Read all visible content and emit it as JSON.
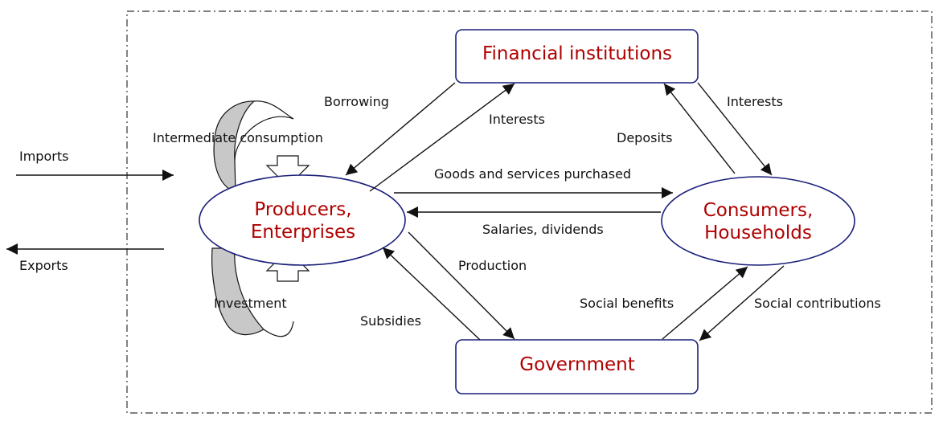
{
  "nodes": {
    "financial": "Financial institutions",
    "producers_line1": "Producers,",
    "producers_line2": "Enterprises",
    "consumers_line1": "Consumers,",
    "consumers_line2": "Households",
    "government": "Government"
  },
  "labels": {
    "imports": "Imports",
    "exports": "Exports",
    "borrowing": "Borrowing",
    "interests_left": "Interests",
    "interests_right": "Interests",
    "deposits": "Deposits",
    "intermediate_consumption": "Intermediate consumption",
    "investment": "Investment",
    "goods_services": "Goods and services purchased",
    "salaries": "Salaries, dividends",
    "production": "Production",
    "subsidies": "Subsidies",
    "social_benefits": "Social benefits",
    "social_contributions": "Social contributions"
  },
  "colors": {
    "node_border": "#1a1f7a",
    "node_text": "#b00000",
    "arrow": "#111111",
    "loop_fill": "#c8c8c8"
  }
}
